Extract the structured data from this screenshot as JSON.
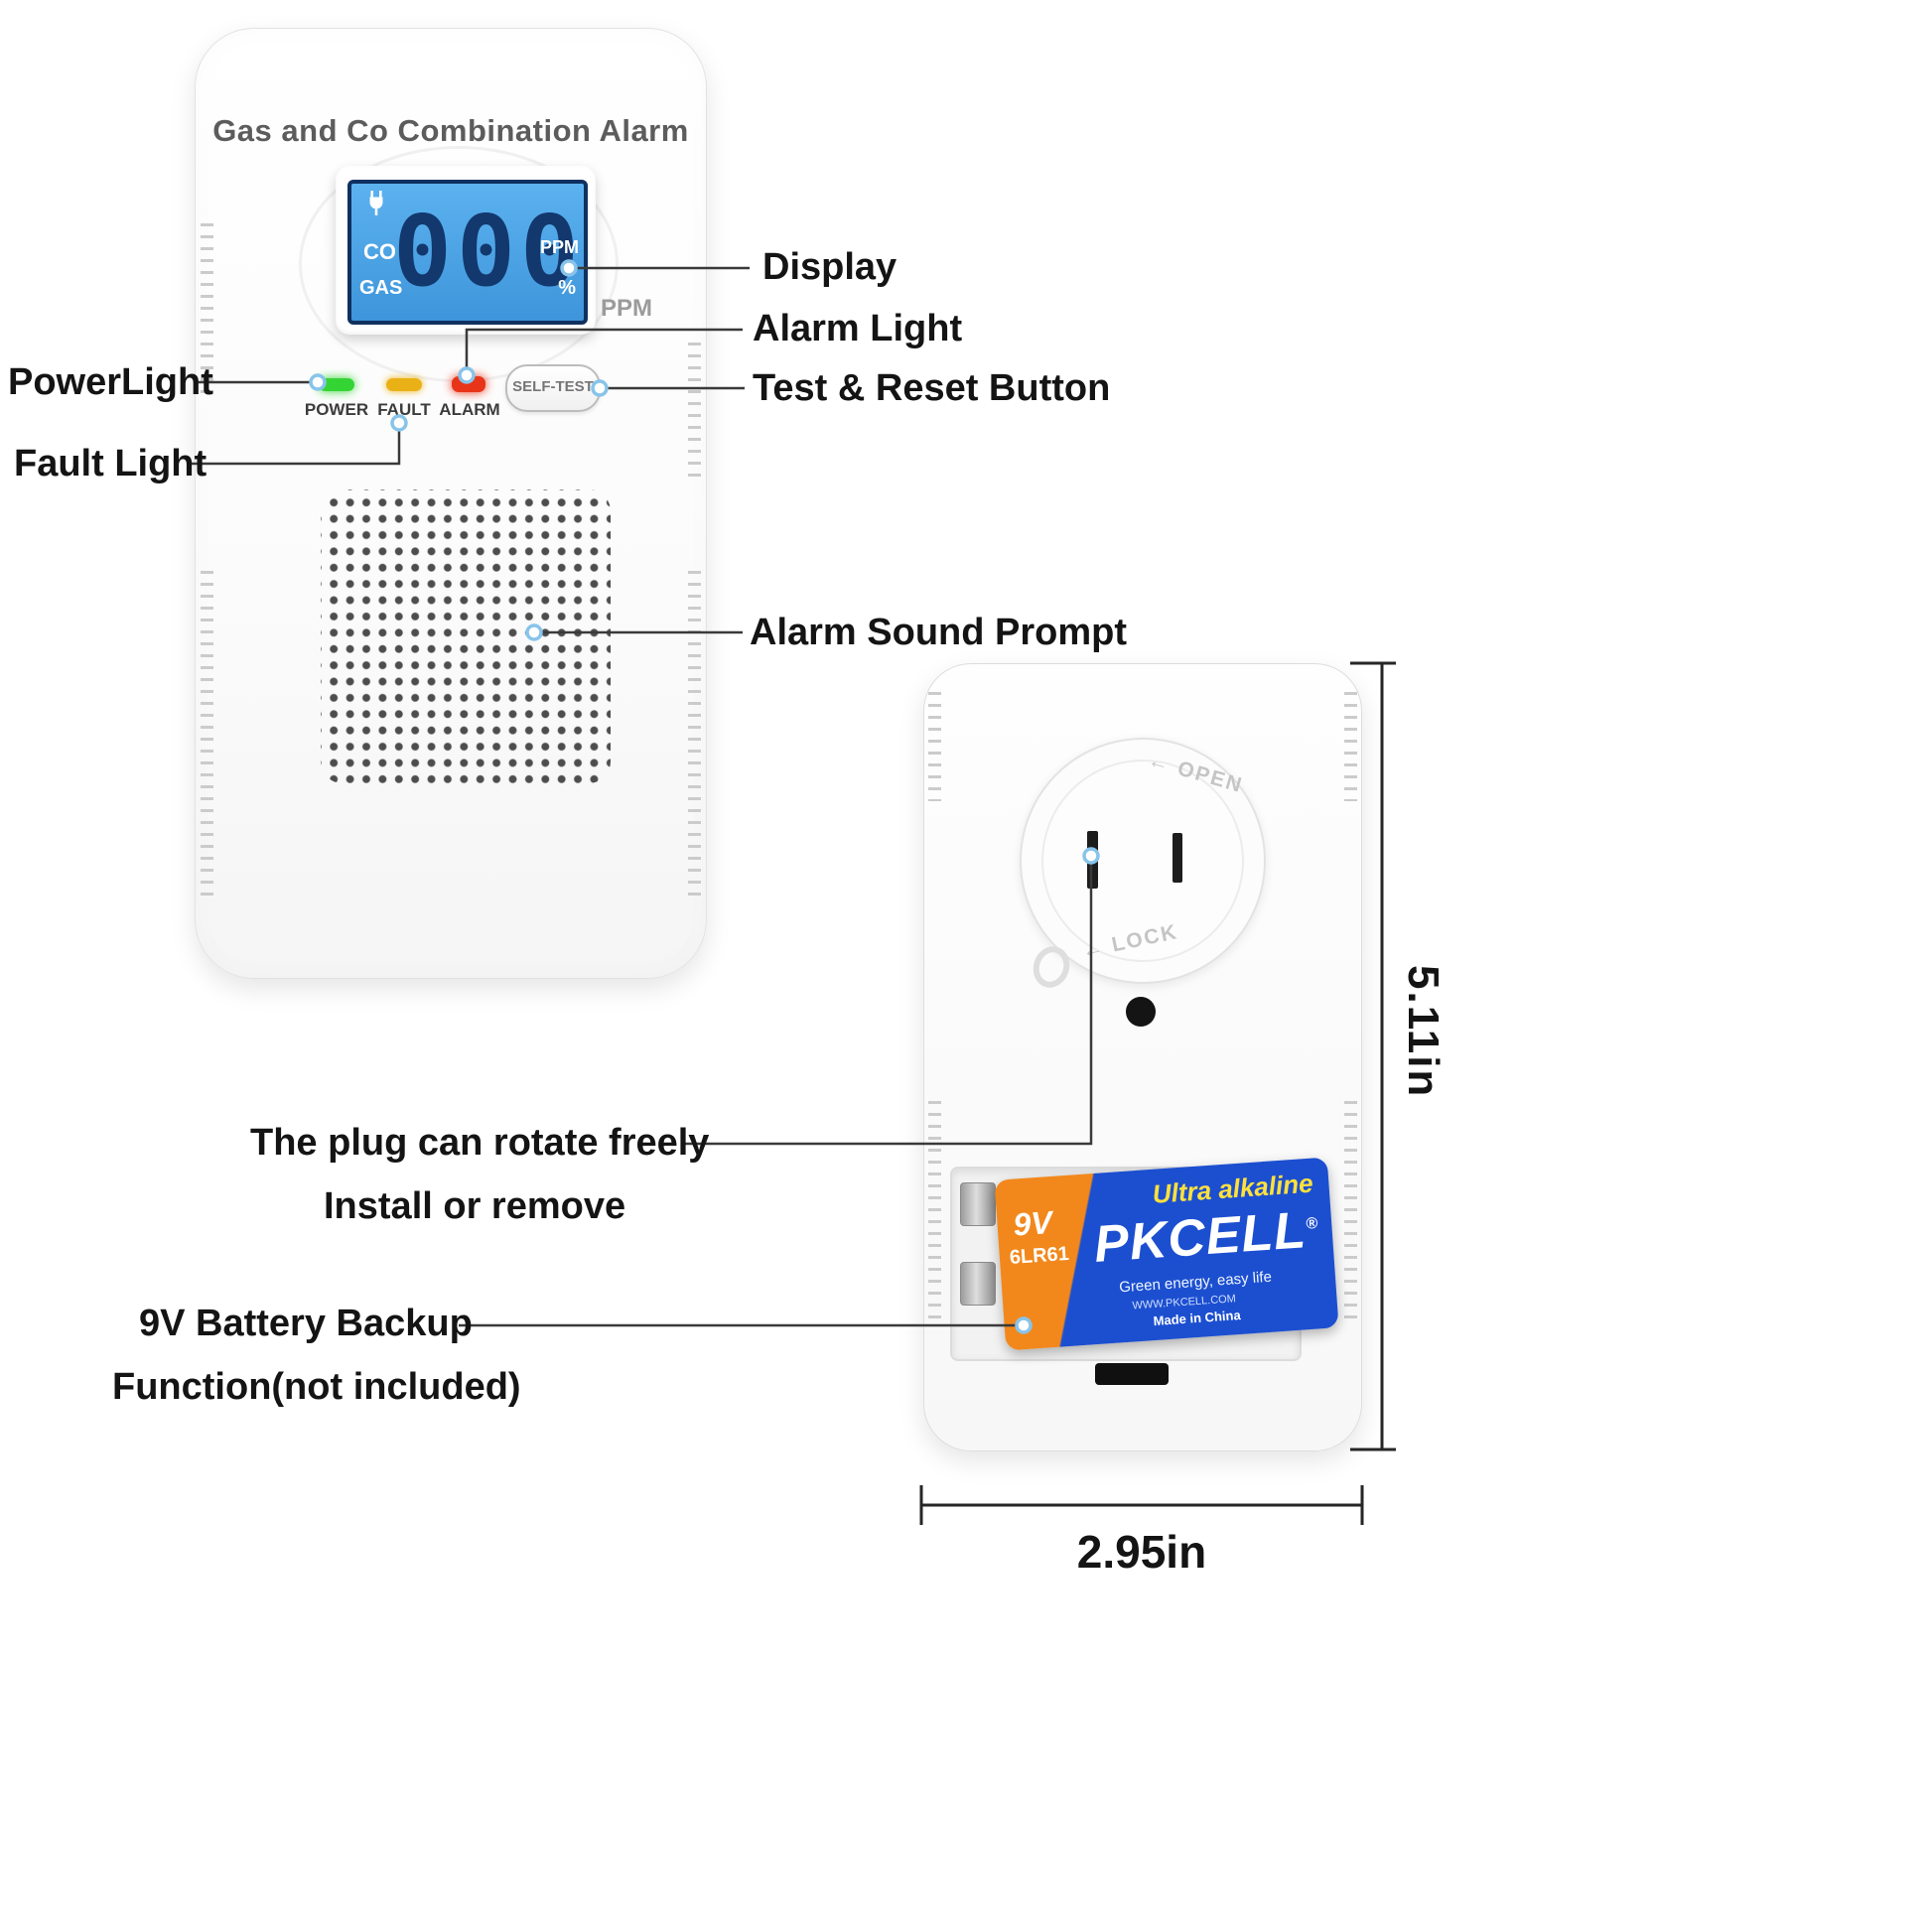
{
  "front_device": {
    "title": "Gas and Co Combination Alarm",
    "lcd": {
      "value": "000",
      "label_co": "CO",
      "label_gas": "GAS",
      "label_ppm": "PPM",
      "label_percent": "%"
    },
    "ppm_outer_label": "PPM",
    "indicators": [
      {
        "label": "POWER"
      },
      {
        "label": "FAULT"
      },
      {
        "label": "ALARM"
      }
    ],
    "self_test_button": "SELF-TEST"
  },
  "back_device": {
    "plug_open_label": "OPEN",
    "plug_lock_label": "LOCK",
    "arrow": "←"
  },
  "battery": {
    "voltage": "9V",
    "model": "6LR61",
    "brand": "PKCELL",
    "registered": "®",
    "type_label": "Ultra alkaline",
    "slogan": "Green energy, easy life",
    "website": "WWW.PKCELL.COM",
    "origin": "Made in China"
  },
  "annotations": {
    "display": "Display",
    "alarm_light": "Alarm Light",
    "power_light": "PowerLight",
    "test_reset_button": "Test & Reset Button",
    "fault_light": "Fault Light",
    "alarm_sound_prompt": "Alarm Sound Prompt",
    "plug_rotate_line1": "The plug can rotate freely",
    "plug_rotate_line2": "Install or remove",
    "battery_line1": "9V Battery Backup",
    "battery_line2": "Function(not included)"
  },
  "dimensions": {
    "height_label": "5.11in",
    "width_label": "2.95in"
  },
  "colors": {
    "power_led": "#35d435",
    "fault_led": "#eab117",
    "alarm_led": "#e83418"
  }
}
